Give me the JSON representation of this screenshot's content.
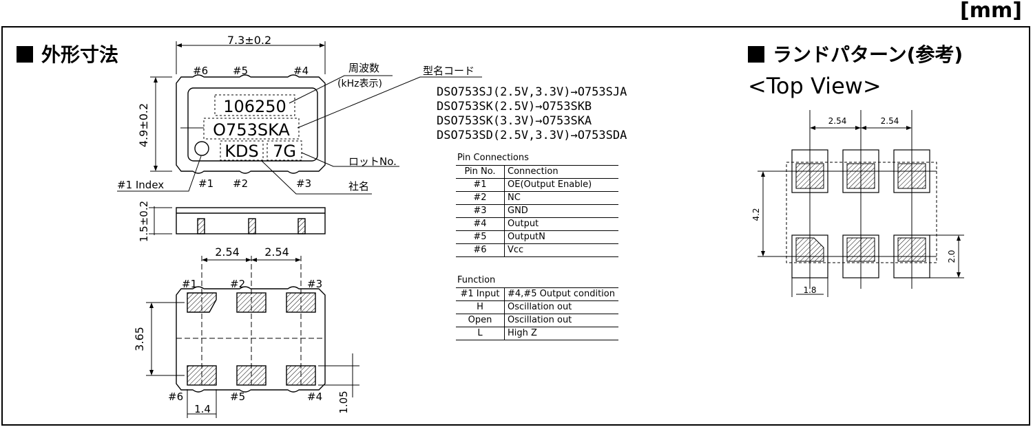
{
  "unit": "[mm]",
  "sections": {
    "outline": "外形寸法",
    "land": "ランドパターン(参考)",
    "top_view": "<Top View>"
  },
  "top_view": {
    "width_dim": "7.3±0.2",
    "height_dim": "4.9±0.2",
    "pins_top": [
      "#6",
      "#5",
      "#4"
    ],
    "pins_bottom": [
      "#1",
      "#2",
      "#3"
    ],
    "marking": {
      "freq": "106250",
      "code": "O753SKA",
      "maker": "KDS",
      "lot": "7G"
    },
    "callouts": {
      "freq": "周波数",
      "freq_unit": "(kHz表示)",
      "model": "型名コード",
      "lot": "ロットNo.",
      "index": "#1 Index",
      "maker": "社名"
    }
  },
  "side_view": {
    "height_dim": "1.5±0.2"
  },
  "bottom_view": {
    "pitch": [
      "2.54",
      "2.54"
    ],
    "pins_top": [
      "#1",
      "#2",
      "#3"
    ],
    "pins_bottom": [
      "#6",
      "#5",
      "#4"
    ],
    "height_dim": "3.65",
    "pad_w": "1.4",
    "pad_h": "1.05"
  },
  "model_codes": [
    "DSO753SJ(2.5V,3.3V)→O753SJA",
    "DSO753SK(2.5V)→O753SKB",
    "DSO753SK(3.3V)→O753SKA",
    "DSO753SD(2.5V,3.3V)→O753SDA"
  ],
  "pin_table": {
    "title": "Pin Connections",
    "headers": [
      "Pin No.",
      "Connection"
    ],
    "rows": [
      [
        "#1",
        "OE(Output Enable)"
      ],
      [
        "#2",
        "NC"
      ],
      [
        "#3",
        "GND"
      ],
      [
        "#4",
        "Output"
      ],
      [
        "#5",
        "OutputN"
      ],
      [
        "#6",
        "Vcc"
      ]
    ]
  },
  "function_table": {
    "title": "Function",
    "headers": [
      "#1 Input",
      "#4,#5 Output condition"
    ],
    "rows": [
      [
        "H",
        "Oscillation out"
      ],
      [
        "Open",
        "Oscillation out"
      ],
      [
        "L",
        "High Z"
      ]
    ]
  },
  "land_pattern": {
    "pitch": [
      "2.54",
      "2.54"
    ],
    "height_dim": "4.2",
    "pad_h": "2.0",
    "pad_w": "1.8"
  }
}
